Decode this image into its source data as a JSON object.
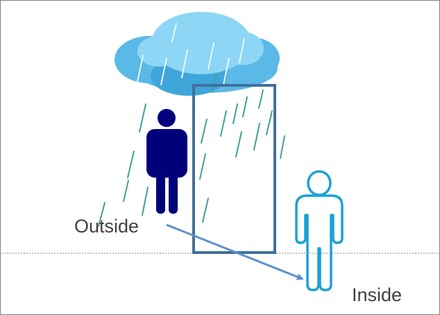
{
  "labels": {
    "outside": "Outside",
    "inside": "Inside"
  },
  "colors": {
    "cloud_light": "#8ed6f5",
    "cloud_mid": "#5ab9e6",
    "cloud_dark": "#3fa6da",
    "rain": "#3f9f9c",
    "rain_highlight": "#e8f6fb",
    "person_outside": "#00007a",
    "person_inside_stroke": "#1aa1d6",
    "doorway": "#41709c",
    "arrow": "#5b8fce",
    "floor_line": "#8c8c8c",
    "label_text": "#404040"
  },
  "icons": {
    "cloud": "rain-cloud-icon",
    "person_outside": "person-solid-icon",
    "person_inside": "person-outline-icon",
    "doorway": "doorway-rectangle",
    "arrow": "arrow-right-down"
  }
}
